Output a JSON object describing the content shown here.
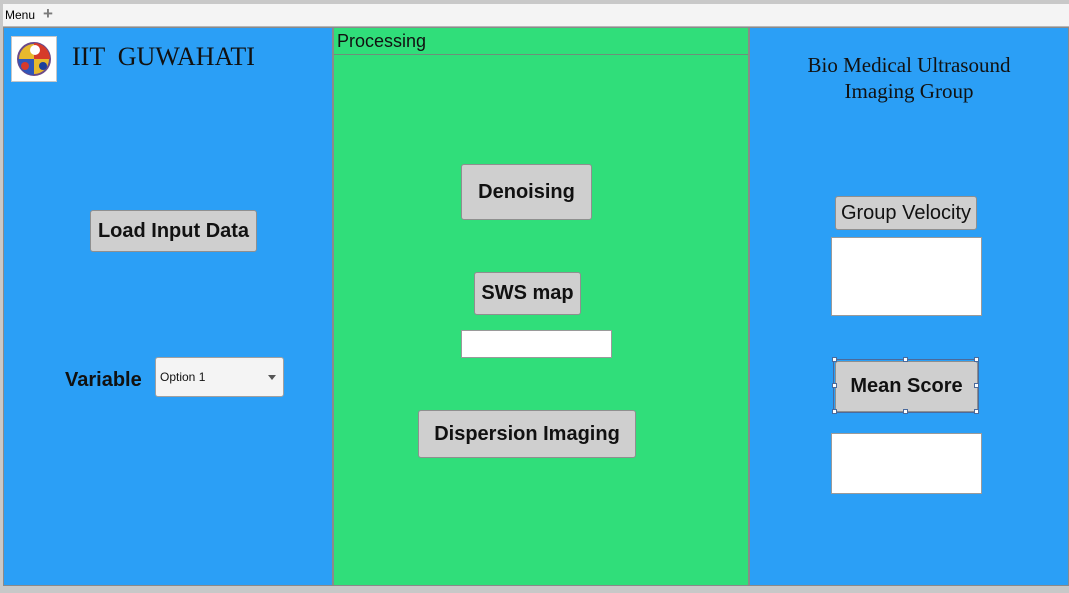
{
  "menubar": {
    "menu_label": "Menu",
    "add_icon": "plus-icon"
  },
  "left_panel": {
    "logo_icon": "iitg-logo",
    "title": "IIT  GUWAHATI",
    "load_button": "Load Input Data",
    "variable_label": "Variable",
    "variable_dropdown": {
      "selected": "Option 1",
      "icon": "chevron-down-icon"
    }
  },
  "middle_panel": {
    "header": "Processing",
    "denoising_button": "Denoising",
    "sws_map_button": "SWS map",
    "sws_map_field": "",
    "dispersion_button": "Dispersion Imaging"
  },
  "right_panel": {
    "title_line1": "Bio Medical Ultrasound",
    "title_line2": "Imaging Group",
    "group_velocity_button": "Group Velocity",
    "group_velocity_field": "",
    "mean_score_button": "Mean Score",
    "mean_score_field": ""
  },
  "colors": {
    "side_panel": "#2b9ff6",
    "middle_panel": "#30de7a",
    "button": "#cfcfcf"
  }
}
